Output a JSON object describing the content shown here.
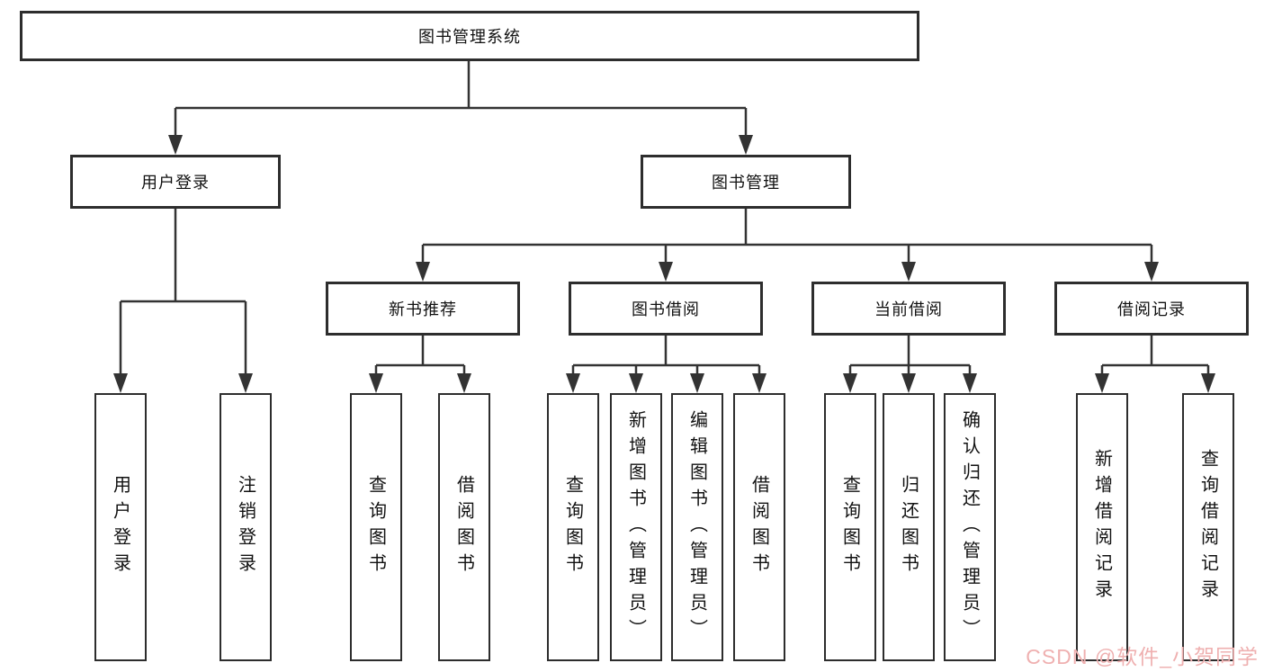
{
  "diagram_title": "图书管理系统",
  "tree": {
    "label": "图书管理系统",
    "children": [
      {
        "label": "用户登录",
        "children": [
          {
            "label": "用户登录"
          },
          {
            "label": "注销登录"
          }
        ]
      },
      {
        "label": "图书管理",
        "children": [
          {
            "label": "新书推荐",
            "children": [
              {
                "label": "查询图书"
              },
              {
                "label": "借阅图书"
              }
            ]
          },
          {
            "label": "图书借阅",
            "children": [
              {
                "label": "查询图书"
              },
              {
                "label": "新增图书（管理员）"
              },
              {
                "label": "编辑图书（管理员）"
              },
              {
                "label": "借阅图书"
              }
            ]
          },
          {
            "label": "当前借阅",
            "children": [
              {
                "label": "查询图书"
              },
              {
                "label": "归还图书"
              },
              {
                "label": "确认归还（管理员）"
              }
            ]
          },
          {
            "label": "借阅记录",
            "children": [
              {
                "label": "新增借阅记录"
              },
              {
                "label": "查询借阅记录"
              }
            ]
          }
        ]
      }
    ]
  },
  "watermark": {
    "text": "CSDN @软件_小贺同学"
  },
  "colors": {
    "background": "#ffffff",
    "line": "#333333",
    "box_border": "#2d2d2d",
    "text": "#111111",
    "watermark": "#efb0b0"
  }
}
